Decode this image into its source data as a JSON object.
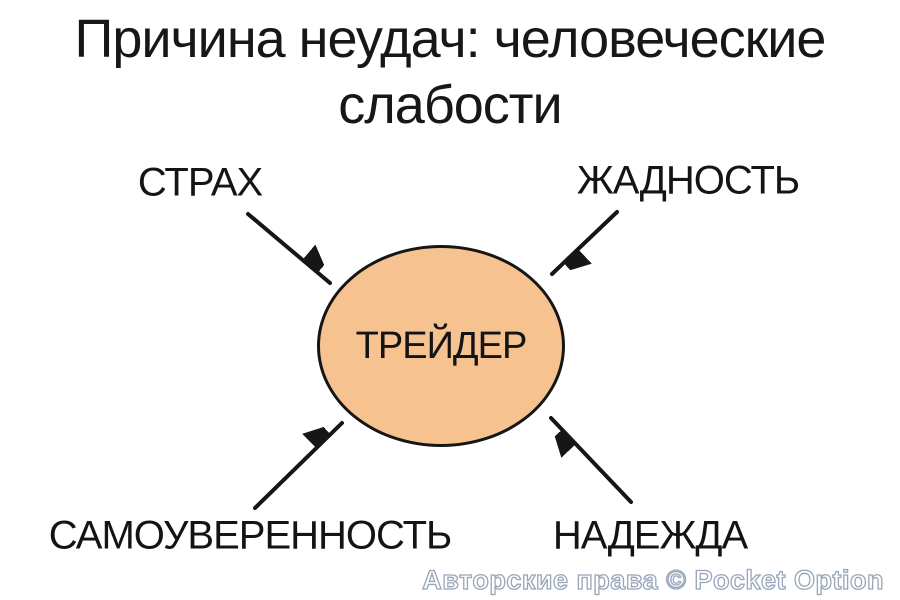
{
  "title": {
    "line1": "Причина неудач: человеческие",
    "line2": "слабости"
  },
  "diagram": {
    "center_label": "ТРЕЙДЕР",
    "factors": [
      {
        "id": "fear",
        "label": "СТРАХ",
        "position": "top-left"
      },
      {
        "id": "greed",
        "label": "ЖАДНОСТЬ",
        "position": "top-right"
      },
      {
        "id": "overconfidence",
        "label": "САМОУВЕРЕННОСТЬ",
        "position": "bottom-left"
      },
      {
        "id": "hope",
        "label": "НАДЕЖДА",
        "position": "bottom-right"
      }
    ]
  },
  "watermark": {
    "text": "Авторские права © Pocket Option"
  },
  "colors": {
    "background": "#FFFFFF",
    "ellipse_fill": "#F6C390",
    "ellipse_border": "#161616",
    "arrow": "#161616",
    "text": "#141414",
    "watermark_outline": "#98A6BA"
  }
}
